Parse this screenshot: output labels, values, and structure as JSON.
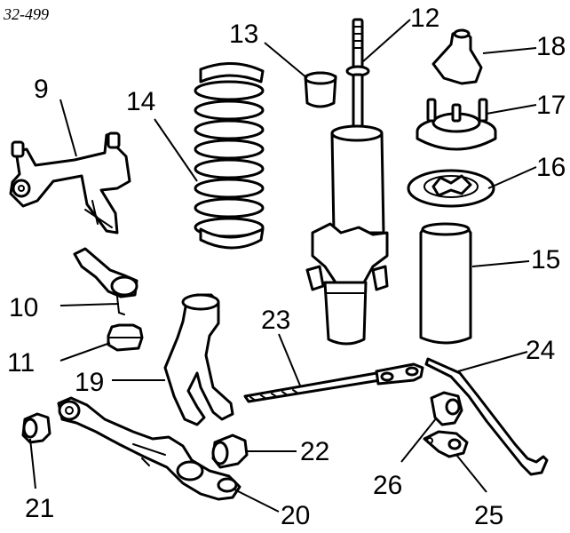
{
  "diagram": {
    "code": "32-499",
    "labels": {
      "n9": "9",
      "n10": "10",
      "n11": "11",
      "n12": "12",
      "n13": "13",
      "n14": "14",
      "n15": "15",
      "n16": "16",
      "n17": "17",
      "n18": "18",
      "n19": "19",
      "n20": "20",
      "n21": "21",
      "n22": "22",
      "n23": "23",
      "n24": "24",
      "n25": "25",
      "n26": "26"
    }
  }
}
